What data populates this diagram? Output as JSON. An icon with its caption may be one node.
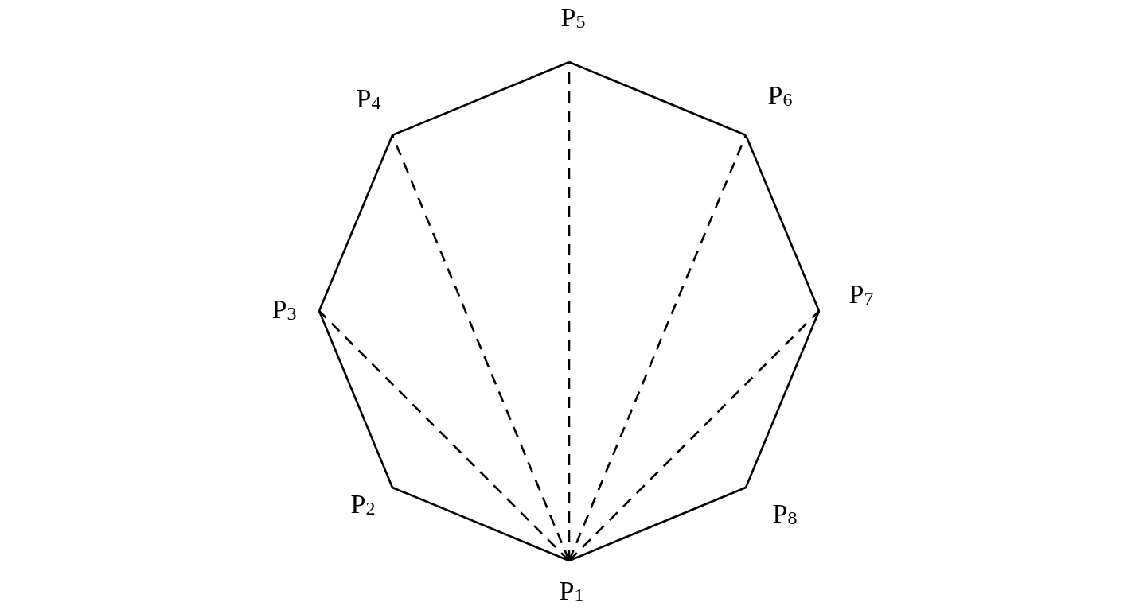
{
  "diagram": {
    "nodes": [
      {
        "text": [
          "P$_{1}$"
        ]
      },
      {
        "text": [
          "P$_{2}$"
        ]
      },
      {
        "text": [
          "P$_{3}$"
        ]
      },
      {
        "text": [
          "P$_{4}$"
        ]
      },
      {
        "text": [
          "P$_{5}$"
        ]
      },
      {
        "text": [
          "P$_{6}$"
        ]
      },
      {
        "text": [
          "P$_{7}$"
        ]
      },
      {
        "text": [
          "P$_{8}$"
        ]
      }
    ],
    "edges": [
      {
        "from": 0,
        "to": 1,
        "arrow": "none"
      },
      {
        "from": 1,
        "to": 2,
        "arrow": "none"
      },
      {
        "from": 2,
        "to": 3,
        "arrow": "none"
      },
      {
        "from": 3,
        "to": 4,
        "arrow": "none"
      },
      {
        "from": 4,
        "to": 5,
        "arrow": "none"
      },
      {
        "from": 5,
        "to": 6,
        "arrow": "none"
      },
      {
        "from": 6,
        "to": 7,
        "arrow": "none"
      },
      {
        "from": 7,
        "to": 0,
        "arrow": "none"
      },
      {
        "from": 0,
        "to": 2,
        "arrow": "none",
        "style": "dashed"
      },
      {
        "from": 0,
        "to": 3,
        "arrow": "none",
        "style": "dashed"
      },
      {
        "from": 0,
        "to": 4,
        "arrow": "none",
        "style": "dashed"
      },
      {
        "from": 0,
        "to": 5,
        "arrow": "none",
        "style": "dashed"
      },
      {
        "from": 0,
        "to": 6,
        "arrow": "none",
        "style": "dashed"
      }
    ]
  }
}
